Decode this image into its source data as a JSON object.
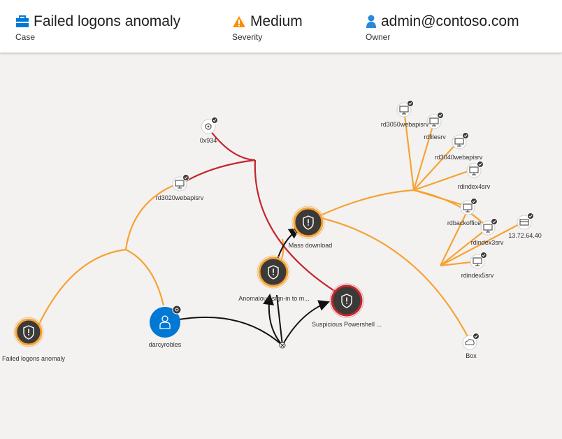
{
  "header": {
    "case": {
      "title": "Failed logons anomaly",
      "subtitle": "Case",
      "icon": "briefcase-icon",
      "color": "#0078d4"
    },
    "severity": {
      "title": "Medium",
      "subtitle": "Severity",
      "icon": "warning-icon",
      "color": "#ff8c00"
    },
    "owner": {
      "title": "admin@contoso.com",
      "subtitle": "Owner",
      "icon": "user-icon",
      "color": "#2b88d8"
    }
  },
  "colors": {
    "link_orange": "#f7a234",
    "link_red": "#c4262e",
    "link_black": "#111111",
    "alert_dark": "#3b3a39",
    "user_blue": "#0078d4"
  },
  "nodes": {
    "failed_logons": "Failed logons anomaly",
    "darcyrobles": "darcyrobles",
    "rd3020": "rd3020webapisrv",
    "proc_0x934": "0x934",
    "anomalous": "Anomalous sign-in to m...",
    "mass_download": "Mass download",
    "powershell": "Suspicious Powershell ...",
    "rd3050": "rd3050webapisrv",
    "rdfilesrv": "rdfilesrv",
    "rd3040": "rd3040webapisrv",
    "rdindex4": "rdindex4srv",
    "rdbackoffice": "rdbackoffice",
    "rdindex3": "rdindex3srv",
    "ip": "13.72.64.40",
    "rdindex5": "rdindex5srv",
    "box": "Box"
  }
}
